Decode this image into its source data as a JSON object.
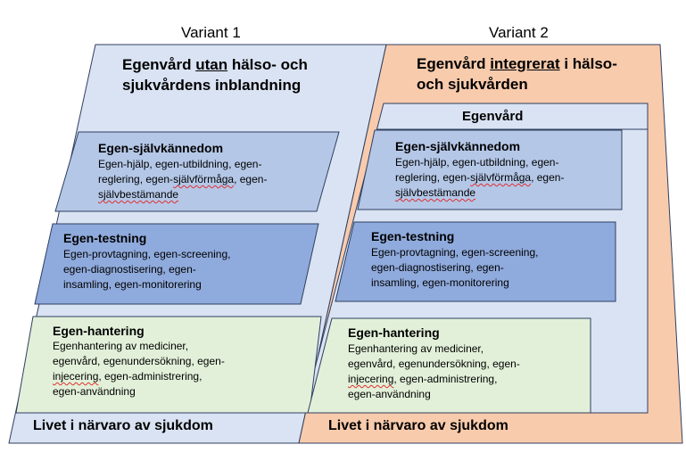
{
  "colors": {
    "panel_blue": "#dae3f3",
    "panel_orange": "#f8cbad",
    "box_light_blue": "#b4c7e7",
    "box_mid_blue": "#8faadc",
    "box_green": "#e2f0d9",
    "border": "#2f3f5f",
    "spellcheck": "#e03030"
  },
  "variant1": {
    "label": "Variant 1",
    "title": {
      "pre": "Egenvård ",
      "emph": "utan",
      "post": " hälso- och",
      "line2": "sjukvårdens inblandning"
    },
    "box1": {
      "heading": "Egen-självkännedom",
      "line1": "Egen-hjälp, egen-utbildning, egen-",
      "line2_a": "reglering, egen-",
      "line2_sq": "självförmåga",
      "line2_b": ", egen-",
      "line3": "självbestämande"
    },
    "box2": {
      "heading": "Egen-testning",
      "line1": "Egen-provtagning, egen-screening,",
      "line2": "egen-diagnostisering, egen-",
      "line3": "insamling, egen-monitorering"
    },
    "box3": {
      "heading": "Egen-hantering",
      "line1": "Egenhantering av mediciner,",
      "line2": "egenvård, egenundersökning, egen-",
      "line3_sq": "injecering",
      "line3_b": ", egen-administrering,",
      "line4": "egen-användning"
    },
    "bottom": "Livet i närvaro av sjukdom"
  },
  "variant2": {
    "label": "Variant 2",
    "title": {
      "pre": "Egenvård ",
      "emph": "integrerat",
      "post": " i hälso-",
      "line2": "och sjukvården"
    },
    "subtitle": "Egenvård",
    "box1": {
      "heading": "Egen-självkännedom",
      "line1": "Egen-hjälp, egen-utbildning, egen-",
      "line2_a": "reglering, egen-",
      "line2_sq": "självförmåga",
      "line2_b": ", egen-",
      "line3": "självbestämande"
    },
    "box2": {
      "heading": "Egen-testning",
      "line1": "Egen-provtagning, egen-screening,",
      "line2": "egen-diagnostisering, egen-",
      "line3": "insamling, egen-monitorering"
    },
    "box3": {
      "heading": "Egen-hantering",
      "line1": "Egenhantering av mediciner,",
      "line2": "egenvård, egenundersökning, egen-",
      "line3_sq": "injecering",
      "line3_b": ", egen-administrering,",
      "line4": "egen-användning"
    },
    "bottom": "Livet i närvaro av sjukdom"
  }
}
